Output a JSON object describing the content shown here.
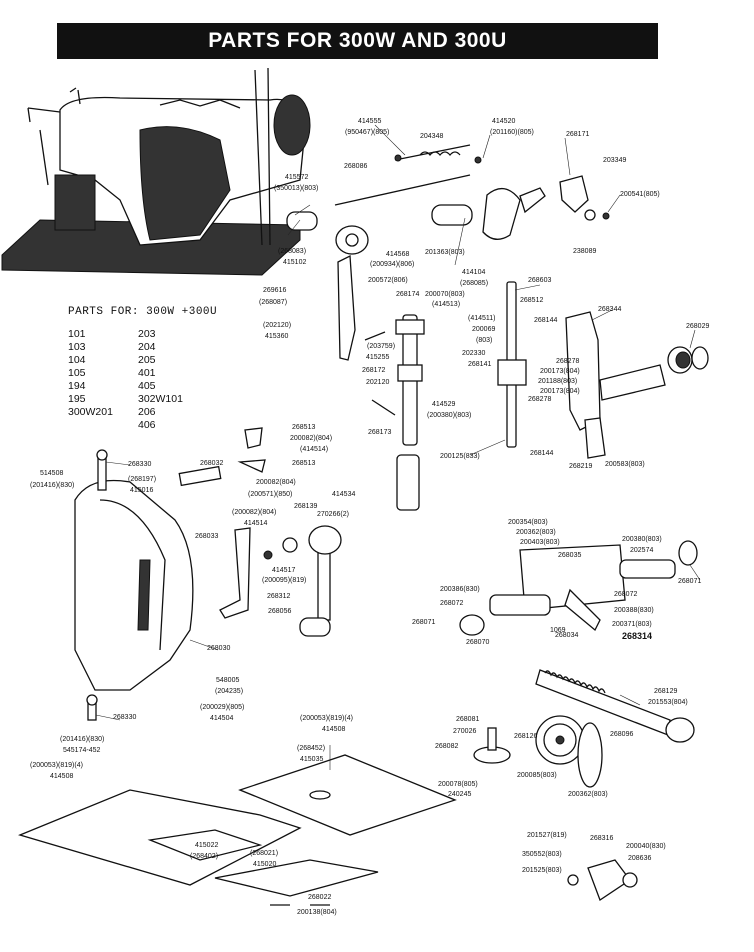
{
  "title": "PARTS FOR 300W AND 300U",
  "models_panel": {
    "header": "PARTS FOR: 300W +300U",
    "col1": [
      "101",
      "103",
      "104",
      "105",
      "194",
      "195",
      "300W201"
    ],
    "col2": [
      "203",
      "204",
      "205",
      "401",
      "405",
      "302W101",
      "206",
      "406"
    ]
  },
  "labels": [
    {
      "id": "l1",
      "text": "414555"
    },
    {
      "id": "l2",
      "text": "(950467)(805)"
    },
    {
      "id": "l3",
      "text": "204348"
    },
    {
      "id": "l4",
      "text": "414520"
    },
    {
      "id": "l5",
      "text": "(201160)(805)"
    },
    {
      "id": "l6",
      "text": "268171"
    },
    {
      "id": "l7",
      "text": "203349"
    },
    {
      "id": "l8",
      "text": "200541(805)"
    },
    {
      "id": "l9",
      "text": "238089"
    },
    {
      "id": "l10",
      "text": "268086"
    },
    {
      "id": "l11",
      "text": "415572"
    },
    {
      "id": "l12",
      "text": "(350013)(803)"
    },
    {
      "id": "l13",
      "text": "(268083)"
    },
    {
      "id": "l14",
      "text": "415102"
    },
    {
      "id": "l15",
      "text": "201363(803)"
    },
    {
      "id": "l16",
      "text": "414568"
    },
    {
      "id": "l17",
      "text": "(200934)(806)"
    },
    {
      "id": "l18",
      "text": "414104"
    },
    {
      "id": "l19",
      "text": "(268085)"
    },
    {
      "id": "l20",
      "text": "268603"
    },
    {
      "id": "l21",
      "text": "200572(806)"
    },
    {
      "id": "l22",
      "text": "200070(803)"
    },
    {
      "id": "l23",
      "text": "(414513)"
    },
    {
      "id": "l24",
      "text": "269616"
    },
    {
      "id": "l25",
      "text": "(268087)"
    },
    {
      "id": "l26",
      "text": "268174"
    },
    {
      "id": "l27",
      "text": "268512"
    },
    {
      "id": "l28",
      "text": "268344"
    },
    {
      "id": "l29",
      "text": "268144"
    },
    {
      "id": "l30",
      "text": "(414511)"
    },
    {
      "id": "l31",
      "text": "200069"
    },
    {
      "id": "l32",
      "text": "(803)"
    },
    {
      "id": "l33",
      "text": "268029"
    },
    {
      "id": "l34",
      "text": "(202120)"
    },
    {
      "id": "l35",
      "text": "415360"
    },
    {
      "id": "l36",
      "text": "(203759)"
    },
    {
      "id": "l37",
      "text": "415255"
    },
    {
      "id": "l38",
      "text": "202330"
    },
    {
      "id": "l39",
      "text": "268141"
    },
    {
      "id": "l40",
      "text": "268278"
    },
    {
      "id": "l41",
      "text": "200173(804)"
    },
    {
      "id": "l42",
      "text": "201188(803)"
    },
    {
      "id": "l43",
      "text": "200173(804)"
    },
    {
      "id": "l44",
      "text": "268278"
    },
    {
      "id": "l45",
      "text": "268172"
    },
    {
      "id": "l46",
      "text": "202120"
    },
    {
      "id": "l47",
      "text": "414529"
    },
    {
      "id": "l48",
      "text": "(200380)(803)"
    },
    {
      "id": "l49",
      "text": "268173"
    },
    {
      "id": "l50",
      "text": "200125(833)"
    },
    {
      "id": "l51",
      "text": "268144"
    },
    {
      "id": "l52",
      "text": "268219"
    },
    {
      "id": "l53",
      "text": "200583(803)"
    },
    {
      "id": "l54",
      "text": "268513"
    },
    {
      "id": "l55",
      "text": "200082)(804)"
    },
    {
      "id": "l56",
      "text": "(414514)"
    },
    {
      "id": "l57",
      "text": "268513"
    },
    {
      "id": "l58",
      "text": "514508"
    },
    {
      "id": "l59",
      "text": "(201416)(830)"
    },
    {
      "id": "l60",
      "text": "268330"
    },
    {
      "id": "l61",
      "text": "268032"
    },
    {
      "id": "l62",
      "text": "(268197)"
    },
    {
      "id": "l63",
      "text": "415016"
    },
    {
      "id": "l64",
      "text": "200082(804)"
    },
    {
      "id": "l65",
      "text": "(200571)(850)"
    },
    {
      "id": "l66",
      "text": "414534"
    },
    {
      "id": "l67",
      "text": "(200082)(804)"
    },
    {
      "id": "l68",
      "text": "414514"
    },
    {
      "id": "l69",
      "text": "268139"
    },
    {
      "id": "l70",
      "text": "270266(2)"
    },
    {
      "id": "l71",
      "text": "268033"
    },
    {
      "id": "l72",
      "text": "414517"
    },
    {
      "id": "l73",
      "text": "(200095)(819)"
    },
    {
      "id": "l74",
      "text": "268312"
    },
    {
      "id": "l75",
      "text": "268056"
    },
    {
      "id": "l76",
      "text": "268030"
    },
    {
      "id": "l77",
      "text": "200354(803)"
    },
    {
      "id": "l78",
      "text": "200362(803)"
    },
    {
      "id": "l79",
      "text": "200403(803)"
    },
    {
      "id": "l80",
      "text": "268035"
    },
    {
      "id": "l81",
      "text": "200380(803)"
    },
    {
      "id": "l82",
      "text": "202574"
    },
    {
      "id": "l83",
      "text": "268071"
    },
    {
      "id": "l84",
      "text": "200386(830)"
    },
    {
      "id": "l85",
      "text": "268072"
    },
    {
      "id": "l86",
      "text": "268072"
    },
    {
      "id": "l87",
      "text": "200388(830)"
    },
    {
      "id": "l88",
      "text": "268071"
    },
    {
      "id": "l89",
      "text": "1069"
    },
    {
      "id": "l90",
      "text": "268034"
    },
    {
      "id": "l91",
      "text": "200371(803)"
    },
    {
      "id": "l92",
      "text": "268070"
    },
    {
      "id": "l93",
      "text": "268314"
    },
    {
      "id": "l94",
      "text": "548005"
    },
    {
      "id": "l95",
      "text": "(204235)"
    },
    {
      "id": "l96",
      "text": "(200029)(805)"
    },
    {
      "id": "l97",
      "text": "414504"
    },
    {
      "id": "l98",
      "text": "268129"
    },
    {
      "id": "l99",
      "text": "201553(804)"
    },
    {
      "id": "l100",
      "text": "268330"
    },
    {
      "id": "l101",
      "text": "(200053)(819)(4)"
    },
    {
      "id": "l102",
      "text": "414508"
    },
    {
      "id": "l103",
      "text": "(201416)(830)"
    },
    {
      "id": "l104",
      "text": "545174-452"
    },
    {
      "id": "l105",
      "text": "(268452)"
    },
    {
      "id": "l106",
      "text": "415035"
    },
    {
      "id": "l107",
      "text": "268081"
    },
    {
      "id": "l108",
      "text": "270026"
    },
    {
      "id": "l109",
      "text": "268126"
    },
    {
      "id": "l110",
      "text": "268096"
    },
    {
      "id": "l111",
      "text": "(200053)(819)(4)"
    },
    {
      "id": "l112",
      "text": "414508"
    },
    {
      "id": "l113",
      "text": "268082"
    },
    {
      "id": "l114",
      "text": "200078(805)"
    },
    {
      "id": "l115",
      "text": "240245"
    },
    {
      "id": "l116",
      "text": "200085(803)"
    },
    {
      "id": "l117",
      "text": "200362(803)"
    },
    {
      "id": "l118",
      "text": "415022"
    },
    {
      "id": "l119",
      "text": "(268402)"
    },
    {
      "id": "l120",
      "text": "(268021)"
    },
    {
      "id": "l121",
      "text": "415020"
    },
    {
      "id": "l122",
      "text": "268022"
    },
    {
      "id": "l123",
      "text": "200138(804)"
    },
    {
      "id": "l124",
      "text": "201527(819)"
    },
    {
      "id": "l125",
      "text": "268316"
    },
    {
      "id": "l126",
      "text": "200040(830)"
    },
    {
      "id": "l127",
      "text": "350552(803)"
    },
    {
      "id": "l128",
      "text": "208636"
    },
    {
      "id": "l129",
      "text": "201525(803)"
    }
  ]
}
